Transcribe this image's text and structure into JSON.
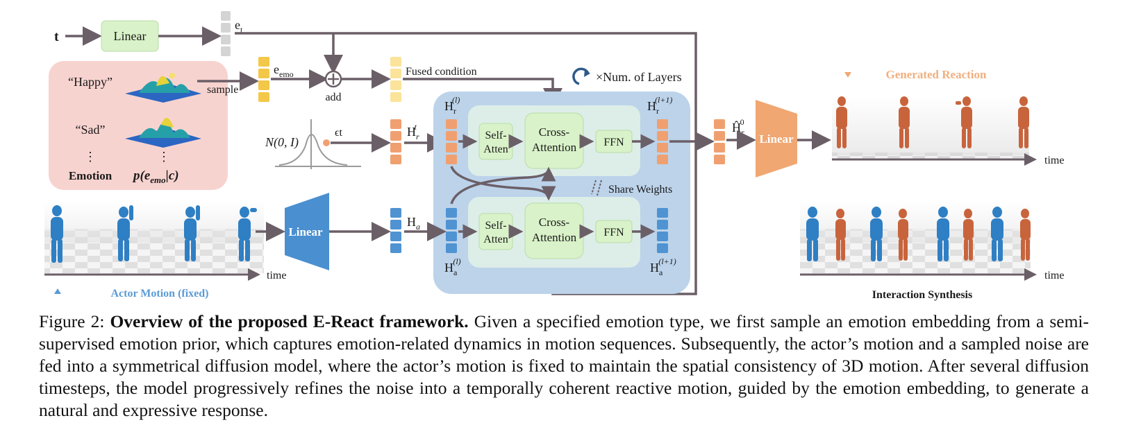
{
  "figure": {
    "input_t": "t",
    "linear_label": "Linear",
    "e_t": "e",
    "e_t_sub": "t",
    "e_emo": "e",
    "e_emo_sub": "emo",
    "sample": "sample",
    "add": "add",
    "fused_condition": "Fused condition",
    "num_layers": "×Num. of Layers",
    "happy": "“Happy”",
    "sad": "“Sad”",
    "vdots": "⋮",
    "emotion": "Emotion",
    "prior": "p(e",
    "prior_sub": "emo",
    "prior_tail": "|c)",
    "noise": "N(0, I)",
    "eps_t": "ϵt",
    "h_r_t": "H",
    "h_r_t_sub": "r",
    "h_r_t_sup": "t",
    "h_r_l": "H",
    "h_r_l_sub": "r",
    "h_r_l_sup": "(l)",
    "h_r_l1": "H",
    "h_r_l1_sub": "r",
    "h_r_l1_sup": "(l+1)",
    "h_a": "H",
    "h_a_sub": "a",
    "h_a_l": "H",
    "h_a_l_sub": "a",
    "h_a_l_sup": "(l)",
    "h_a_l1": "H",
    "h_a_l1_sub": "a",
    "h_a_l1_sup": "(l+1)",
    "self_atten_1": "Self-",
    "self_atten_2": "Atten",
    "cross_attn_1": "Cross-",
    "cross_attn_2": "Attention",
    "ffn": "FFN",
    "share_weights": "Share Weights",
    "h_hat": "Ĥ",
    "h_hat_sub": "r",
    "h_hat_sup": "0",
    "generated_reaction": "Generated Reaction",
    "time": "time",
    "actor_motion": "Actor Motion (fixed)",
    "interaction_synthesis": "Interaction Synthesis",
    "colors": {
      "arrow": "#6b5f67",
      "emotion_panel": "#f7d3d0",
      "transformer_panel": "#bcd3ea",
      "green_box": "#d9f2c9",
      "orange_token": "#f0a070",
      "blue_token": "#4f93d2",
      "reaction_text": "#f0b080",
      "actor_text": "#5a9bd5"
    }
  },
  "caption": {
    "prefix": "Figure 2: ",
    "title": "Overview of the proposed E-React framework.",
    "body": " Given a specified emotion type, we first sample an emotion embedding from a semi-supervised emotion prior, which captures emotion-related dynamics in motion sequences. Subsequently, the actor’s motion and a sampled noise are fed into a symmetrical diffusion model, where the actor’s motion is fixed to maintain the spatial consistency of 3D motion. After several diffusion timesteps, the model progressively refines the noise into a temporally coherent reactive motion, guided by the emotion embedding, to generate a natural and expressive response."
  }
}
